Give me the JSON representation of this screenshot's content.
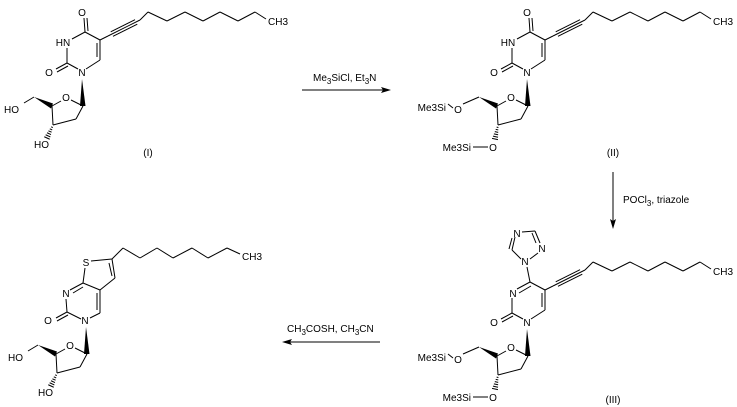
{
  "reagents": {
    "step1": "Me3SiCl, Et3N",
    "step2": "POCl3, triazole",
    "step3": "CH3COSH, CH3CN"
  },
  "compounds": [
    "(I)",
    "(II)",
    "(III)"
  ],
  "atoms": {
    "O": "O",
    "N": "N",
    "HN": "HN",
    "HO": "HO",
    "S": "S",
    "CH3": "CH3",
    "Me3Si": "Me3Si"
  }
}
